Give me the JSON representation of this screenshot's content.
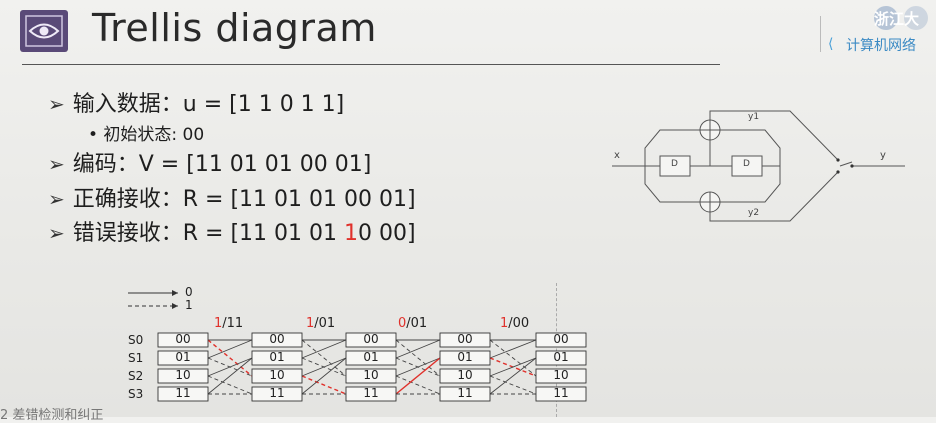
{
  "header": {
    "title": "Trellis diagram",
    "brand_top": "浙江大",
    "brand_text": "计算机网络"
  },
  "bullets": {
    "input_prefix": "输入数据：u = [1 1 0 1 1]",
    "initial_state": "• 初始状态: 00",
    "encode": "编码：V = [11 01 01 00 01]",
    "correct_receive": "正确接收：R = [11 01 01 00 01]",
    "error_receive_before": "错误接收：R = [11 01 01 ",
    "error_receive_red": "1",
    "error_receive_after": "0 00]"
  },
  "encoder": {
    "input_label": "x",
    "output_label": "y",
    "y1_label": "y1",
    "y2_label": "y2",
    "delay1_label": "D",
    "delay2_label": "D"
  },
  "trellis": {
    "legend": [
      "0",
      "1"
    ],
    "state_labels": [
      "S0",
      "S1",
      "S2",
      "S3"
    ],
    "state_values": [
      "00",
      "01",
      "10",
      "11"
    ],
    "transitions": [
      {
        "input": "1",
        "output": "/11"
      },
      {
        "input": "1",
        "output": "/01"
      },
      {
        "input": "0",
        "output": "/01"
      },
      {
        "input": "1",
        "output": "/00"
      }
    ]
  },
  "footer": {
    "text": "2 差错检测和纠正"
  },
  "colors": {
    "accent_red": "#e0312b",
    "logo": "#5a4a78",
    "brand_blue": "#3b8ac4"
  }
}
